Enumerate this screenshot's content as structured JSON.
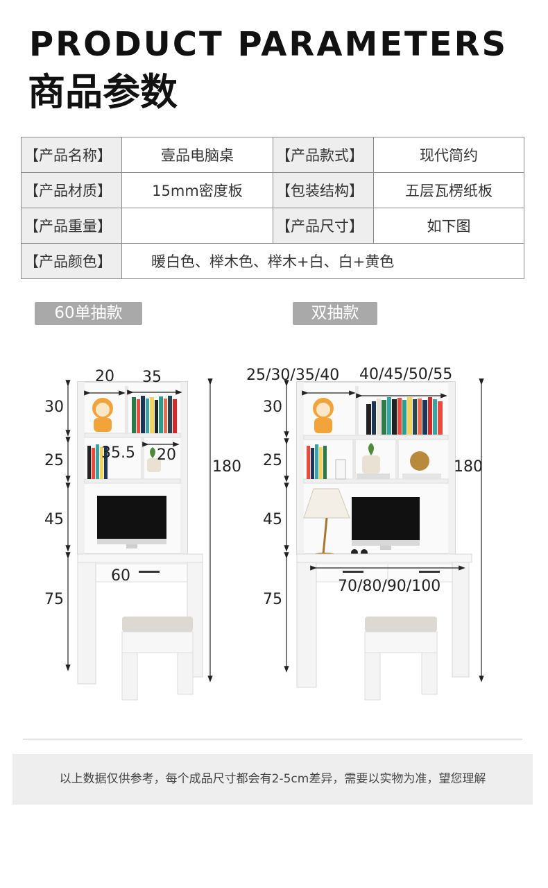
{
  "header": {
    "title_en": "PRODUCT PARAMETERS",
    "title_cn": "商品参数"
  },
  "params": {
    "name_label": "【产品名称】",
    "name_value": "壹品电脑桌",
    "style_label": "【产品款式】",
    "style_value": "现代简约",
    "material_label": "【产品材质】",
    "material_value": "15mm密度板",
    "package_label": "【包装结构】",
    "package_value": "五层瓦楞纸板",
    "weight_label": "【产品重量】",
    "weight_value": "",
    "size_label": "【产品尺寸】",
    "size_value": "如下图",
    "color_label": "【产品颜色】",
    "color_value": "暖白色、榉木色、榉木+白、白+黄色"
  },
  "variants": {
    "single": {
      "label": "60单抽款",
      "dims": {
        "top_left": "20",
        "top_right": "35",
        "mid_left": "35.5",
        "mid_right": "20",
        "h1": "30",
        "h2": "25",
        "h3": "45",
        "h4": "75",
        "total": "180",
        "width": "60"
      }
    },
    "double": {
      "label": "双抽款",
      "dims": {
        "top_left": "25/30/35/40",
        "top_right": "40/45/50/55",
        "h1": "30",
        "h2": "25",
        "h3": "45",
        "h4": "75",
        "total": "180",
        "width": "70/80/90/100"
      }
    }
  },
  "footer": {
    "note": "以上数据仅供参考，每个成品尺寸都会有2-5cm差异，需要以实物为准，望您理解"
  },
  "colors": {
    "pill_bg": "#a9a9a9",
    "table_key_bg": "#eeeeee",
    "note_bg": "#eeeeee"
  }
}
